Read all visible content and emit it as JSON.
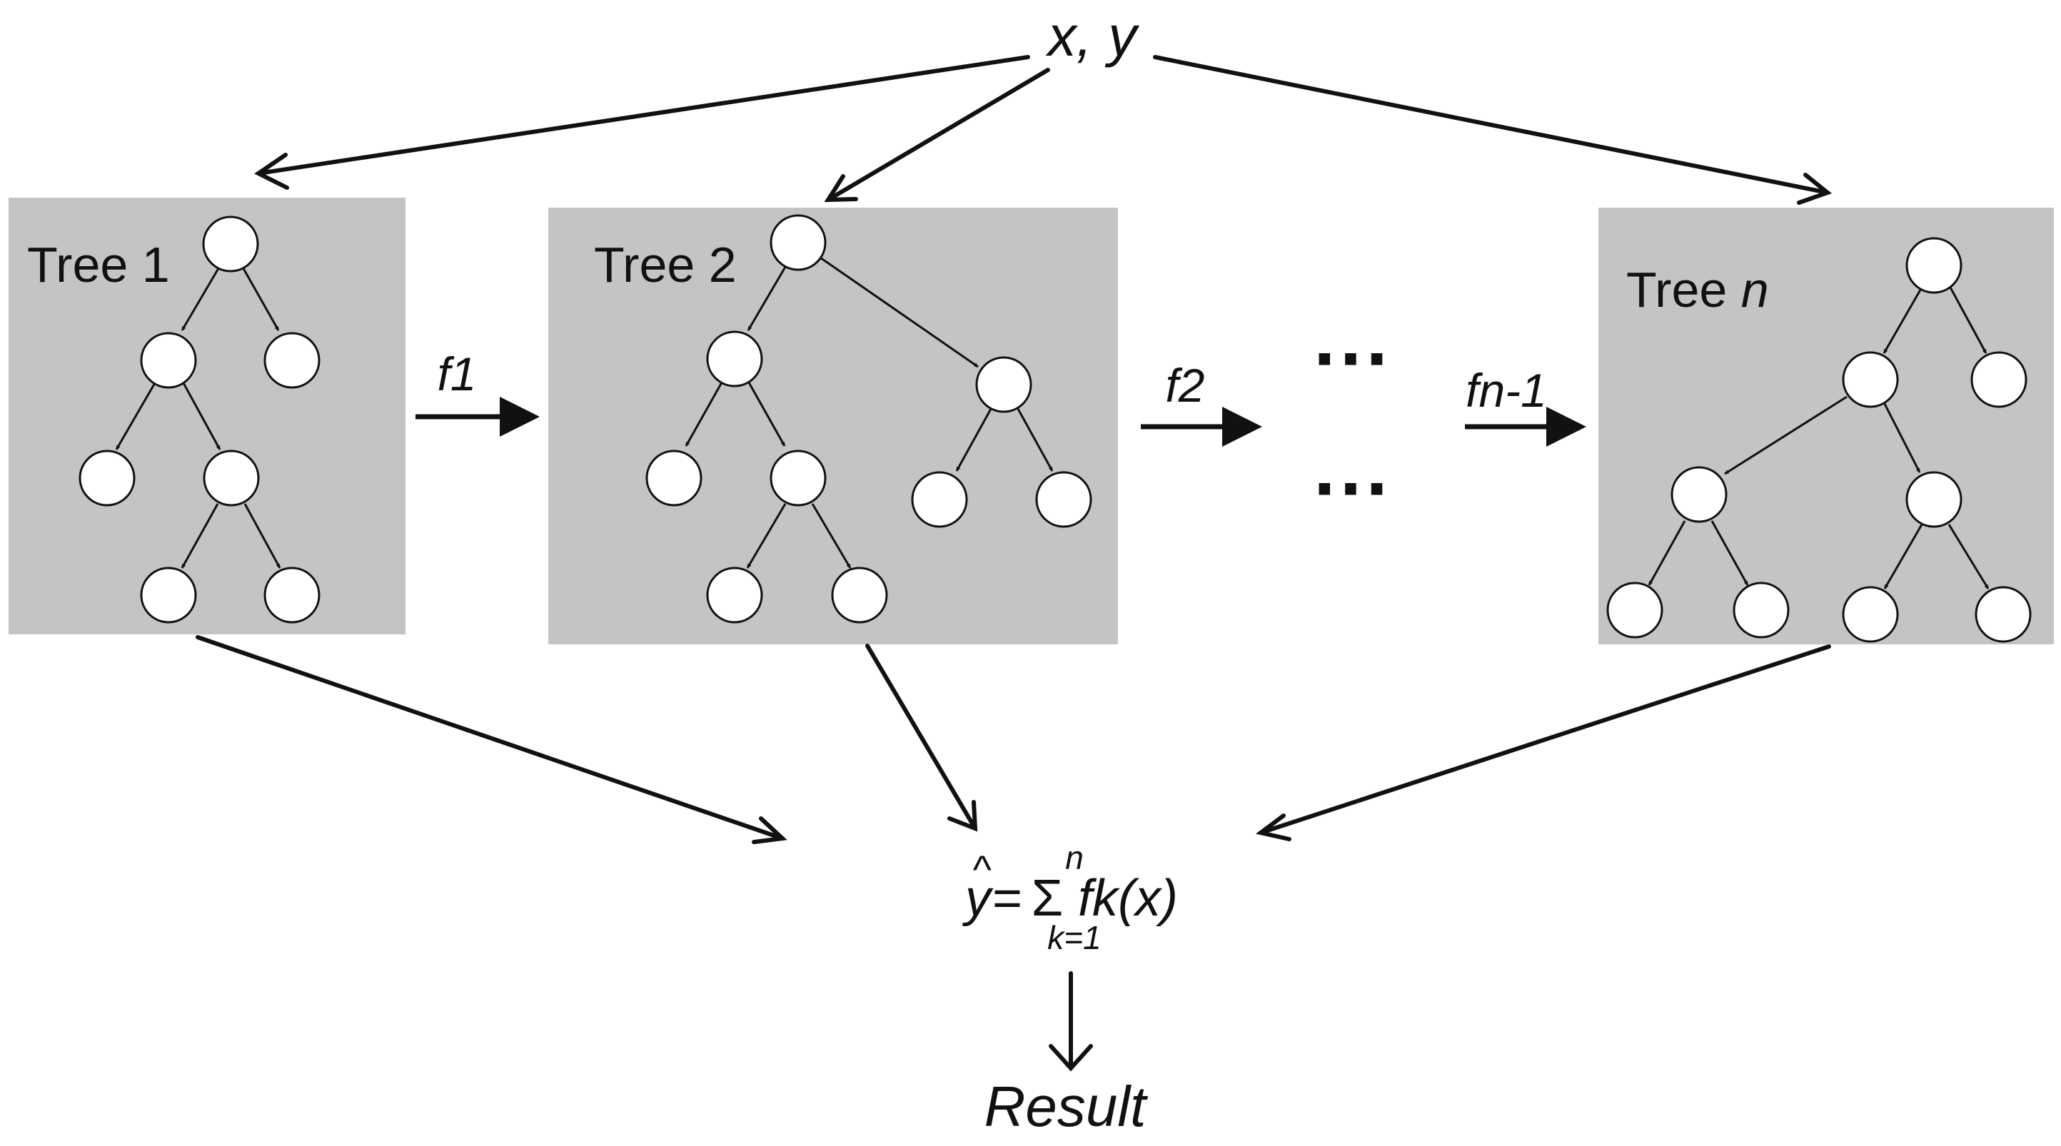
{
  "input": {
    "label": "x, y"
  },
  "trees": [
    {
      "title_prefix": "Tree ",
      "title_index": "1"
    },
    {
      "title_prefix": "Tree ",
      "title_index": "2"
    },
    {
      "title_prefix": "Tree ",
      "title_index": "n"
    }
  ],
  "functions": [
    {
      "label": "f1"
    },
    {
      "label": "f2"
    },
    {
      "label": "fn-1"
    }
  ],
  "ellipsis": {
    "top": "···",
    "bottom": "···"
  },
  "formula": {
    "lhs": "y",
    "hat": "^",
    "equals": "=",
    "sigma": "Σ",
    "upper": "n",
    "lower": "k=1",
    "term": "fk(x)"
  },
  "result": {
    "label": "Result"
  }
}
